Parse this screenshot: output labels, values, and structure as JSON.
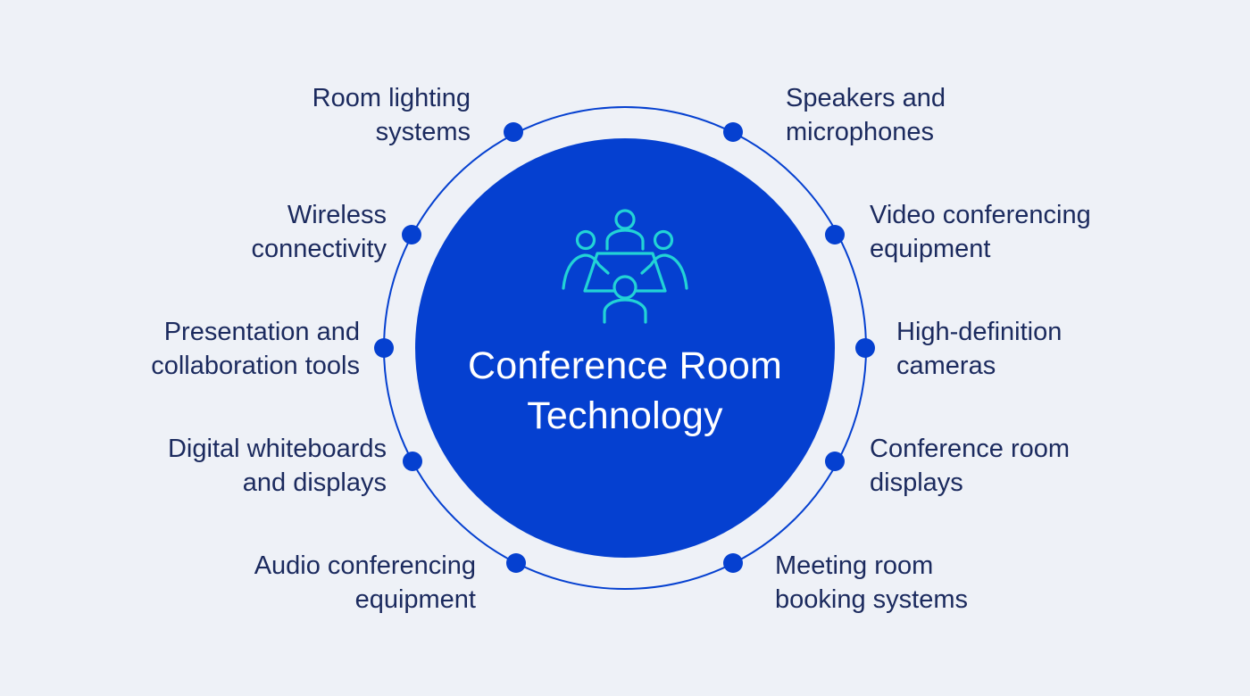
{
  "center": {
    "title_line1": "Conference Room",
    "title_line2": "Technology",
    "icon": "meeting-table-icon"
  },
  "colors": {
    "background": "#eef1f7",
    "center_fill": "#0540d0",
    "ring_stroke": "#0540d0",
    "node_fill": "#0540d0",
    "icon_stroke": "#22d3d6",
    "label_text": "#1b2a5e"
  },
  "items_left": [
    {
      "line1": "Room lighting",
      "line2": "systems"
    },
    {
      "line1": "Wireless",
      "line2": "connectivity"
    },
    {
      "line1": "Presentation and",
      "line2": "collaboration tools"
    },
    {
      "line1": "Digital whiteboards",
      "line2": "and displays"
    },
    {
      "line1": "Audio conferencing",
      "line2": "equipment"
    }
  ],
  "items_right": [
    {
      "line1": "Speakers and",
      "line2": "microphones"
    },
    {
      "line1": "Video conferencing",
      "line2": "equipment"
    },
    {
      "line1": "High-definition",
      "line2": "cameras"
    },
    {
      "line1": "Conference room",
      "line2": "displays"
    },
    {
      "line1": "Meeting room",
      "line2": "booking systems"
    }
  ]
}
